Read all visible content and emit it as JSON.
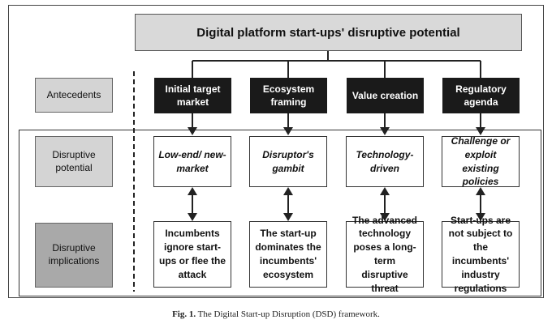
{
  "title": "Digital platform start-ups' disruptive potential",
  "rows": {
    "antecedents": "Antecedents",
    "potential": "Disruptive potential",
    "implications": "Disruptive implications"
  },
  "columns": [
    {
      "antecedent": "Initial target market",
      "potential": "Low-end/ new-market",
      "implication": "Incumbents ignore start-ups or flee the attack"
    },
    {
      "antecedent": "Ecosystem framing",
      "potential": "Disruptor's gambit",
      "implication": "The start-up dominates the incumbents' ecosystem"
    },
    {
      "antecedent": "Value creation",
      "potential": "Technology-driven",
      "implication": "The advanced technology poses a long-term disruptive threat"
    },
    {
      "antecedent": "Regulatory agenda",
      "potential": "Challenge or exploit existing policies",
      "implication": "Start-ups are not subject to the incumbents' industry regulations"
    }
  ],
  "caption": {
    "label": "Fig. 1.",
    "text": "The Digital Start-up Disruption (DSD) framework."
  }
}
